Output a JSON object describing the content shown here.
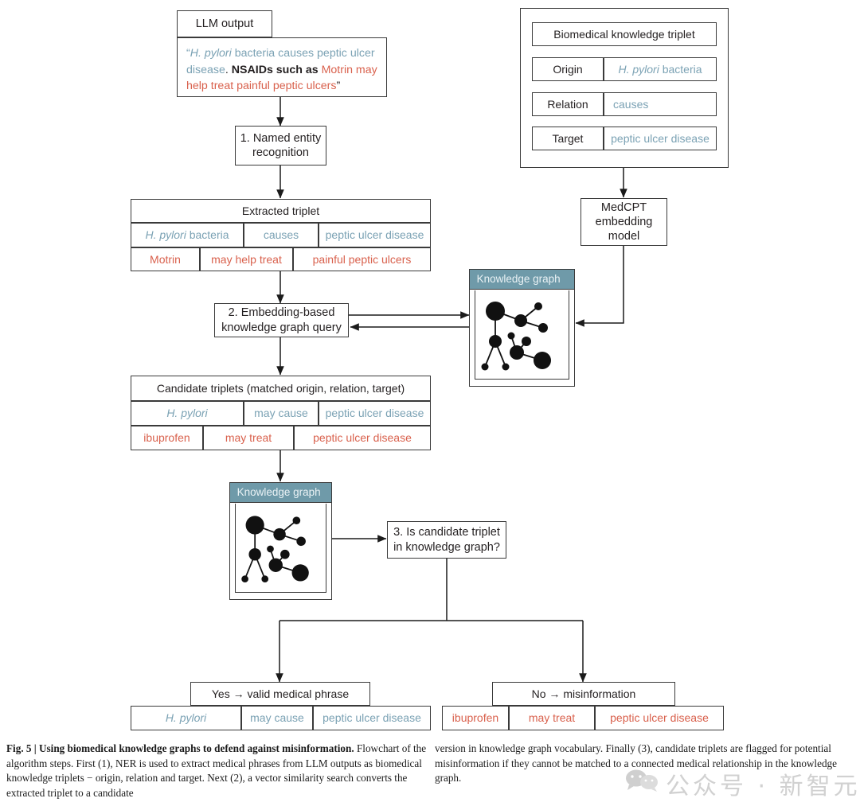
{
  "figure": {
    "caption_label": "Fig. 5 |",
    "caption_title": "Using biomedical knowledge graphs to defend against misinformation.",
    "caption_left": "Flowchart of the algorithm steps. First (1), NER is used to extract medical phrases from LLM outputs as biomedical knowledge triplets − origin, relation and target. Next (2), a vector similarity search converts the extracted triplet to a candidate",
    "caption_right": "version in knowledge graph vocabulary. Finally (3), candidate triplets are flagged for potential misinformation if they cannot be matched to a connected medical relationship in the knowledge graph."
  },
  "colors": {
    "blue_text": "#7ba2b4",
    "red_text": "#d9614d",
    "kg_header_bg": "#6f9aa9",
    "border": "#3a3a3a",
    "watermark": "#c9c9c9"
  },
  "llm_output": {
    "title": "LLM output",
    "quote_parts": [
      {
        "text": "“",
        "style": "plain"
      },
      {
        "text": "H. pylori",
        "style": "blue-italic"
      },
      {
        "text": " bacteria causes peptic ulcer disease",
        "style": "blue"
      },
      {
        "text": ". ",
        "style": "plain"
      },
      {
        "text": "NSAIDs such as ",
        "style": "plain-bold"
      },
      {
        "text": "Motrin may help treat painful peptic ulcers",
        "style": "red"
      },
      {
        "text": "”",
        "style": "plain"
      }
    ]
  },
  "step1": {
    "label": "1. Named entity recognition"
  },
  "extracted_triplet": {
    "title": "Extracted triplet",
    "rows": [
      {
        "style": "blue",
        "cells": [
          {
            "text": "H. pylori bacteria",
            "italic_prefix": "H. pylori",
            "rest": " bacteria"
          },
          {
            "text": "causes"
          },
          {
            "text": "peptic ulcer disease"
          }
        ]
      },
      {
        "style": "red",
        "cells": [
          {
            "text": "Motrin"
          },
          {
            "text": "may help treat"
          },
          {
            "text": "painful peptic ulcers"
          }
        ]
      }
    ]
  },
  "step2": {
    "label": "2. Embedding-based knowledge graph query"
  },
  "candidate_triplets": {
    "title": "Candidate triplets (matched origin, relation, target)",
    "rows": [
      {
        "style": "blue",
        "cells": [
          {
            "text": "H. pylori",
            "italic": true
          },
          {
            "text": "may cause"
          },
          {
            "text": "peptic ulcer disease"
          }
        ]
      },
      {
        "style": "red",
        "cells": [
          {
            "text": "ibuprofen"
          },
          {
            "text": "may treat"
          },
          {
            "text": "peptic ulcer disease"
          }
        ]
      }
    ]
  },
  "biomedical_triplet_panel": {
    "title": "Biomedical knowledge triplet",
    "rows": [
      {
        "key": "Origin",
        "value": "H. pylori bacteria",
        "value_italic_prefix": "H. pylori",
        "value_rest": " bacteria"
      },
      {
        "key": "Relation",
        "value": "causes"
      },
      {
        "key": "Target",
        "value": "peptic ulcer disease"
      }
    ]
  },
  "medcpt": {
    "label": "MedCPT embedding model"
  },
  "knowledge_graph_top": {
    "header": "Knowledge graph"
  },
  "knowledge_graph_bottom": {
    "header": "Knowledge graph"
  },
  "step3": {
    "label": "3. Is candidate triplet in knowledge graph?"
  },
  "branch_yes": {
    "label": "Yes → valid medical phrase",
    "cells": [
      {
        "text": "H. pylori",
        "italic": true
      },
      {
        "text": "may cause"
      },
      {
        "text": "peptic ulcer disease"
      }
    ]
  },
  "branch_no": {
    "label": "No → misinformation",
    "cells": [
      {
        "text": "ibuprofen"
      },
      {
        "text": "may treat"
      },
      {
        "text": "peptic ulcer disease"
      }
    ]
  },
  "watermark": {
    "text": "公众号 · 新智元"
  }
}
